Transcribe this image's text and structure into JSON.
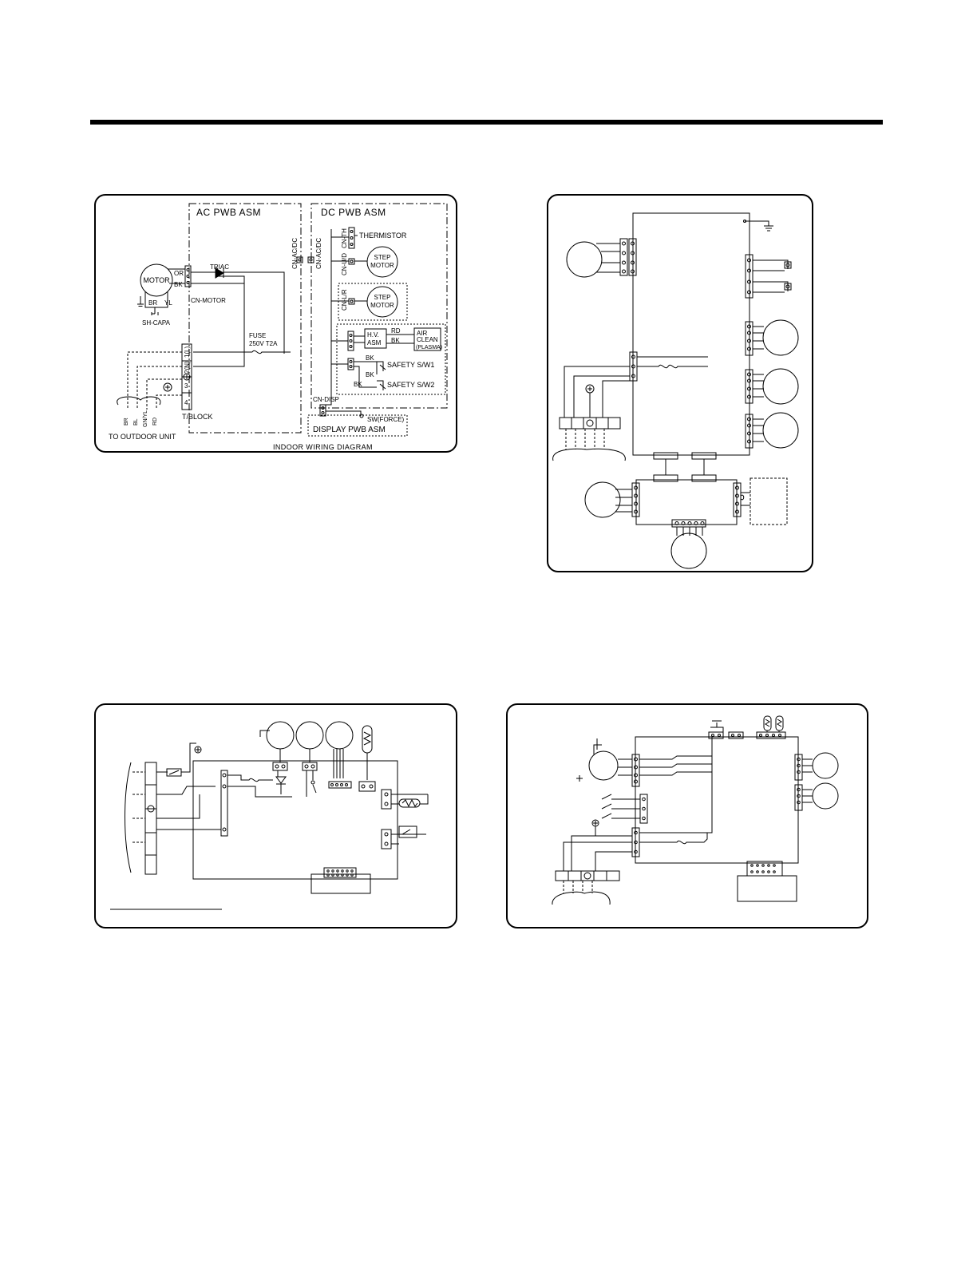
{
  "indoor": {
    "ac_pwb": "AC PWB ASM",
    "dc_pwb": "DC PWB ASM",
    "cn_acdc_1": "CN-AC/DC",
    "cn_acdc_2": "CN-AC/DC",
    "cn_th": "CN-TH",
    "thermistor": "THERMISTOR",
    "cn_ud": "CN-U/D",
    "step_motor_1": [
      "STEP",
      "MOTOR"
    ],
    "cn_lr": "CN-L/R",
    "step_motor_2": [
      "STEP",
      "MOTOR"
    ],
    "motor": "MOTOR",
    "or": "OR",
    "bk_motor": "BK",
    "br": "BR",
    "yl": "YL",
    "sh_capa": "SH-CAPA",
    "cn_motor": "CN-MOTOR",
    "triac": "TRIAC",
    "fuse": "FUSE",
    "fuse_rating": "250V T2A",
    "hv_asm": [
      "H.V.",
      "ASM"
    ],
    "rd": "RD",
    "bk_hv": "BK",
    "air_clean": [
      "AIR",
      "CLEAN",
      "(PLASMA)"
    ],
    "bk_sw1": "BK",
    "safety_sw1": "SAFETY  S/W1",
    "bk_sw2a": "BK",
    "bk_sw2b": "BK",
    "safety_sw2": "SAFETY  S/W2",
    "cn_disp": "CN-DISP",
    "sw_force": "SW(FORCE)",
    "display_pwb": "DISPLAY PWB ASM",
    "tb_1": "1(L)",
    "tb_2": "2(N)",
    "tb_3": "3",
    "tb_4": "4",
    "t_block": "T/BLOCK",
    "wires": [
      "BR",
      "BL",
      "GN/YL",
      "RD"
    ],
    "to_outdoor": "TO OUTDOOR UNIT",
    "caption": "INDOOR WIRING DIAGRAM"
  }
}
